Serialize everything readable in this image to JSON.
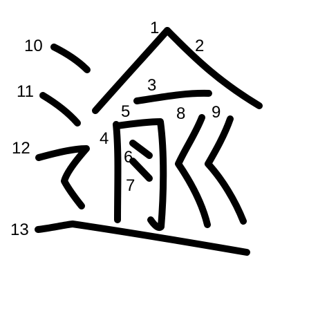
{
  "character": {
    "stroke_color": "#000000",
    "background": "#ffffff",
    "stroke_numbers": [
      "1",
      "2",
      "3",
      "4",
      "5",
      "6",
      "7",
      "8",
      "9",
      "10",
      "11",
      "12",
      "13"
    ]
  }
}
